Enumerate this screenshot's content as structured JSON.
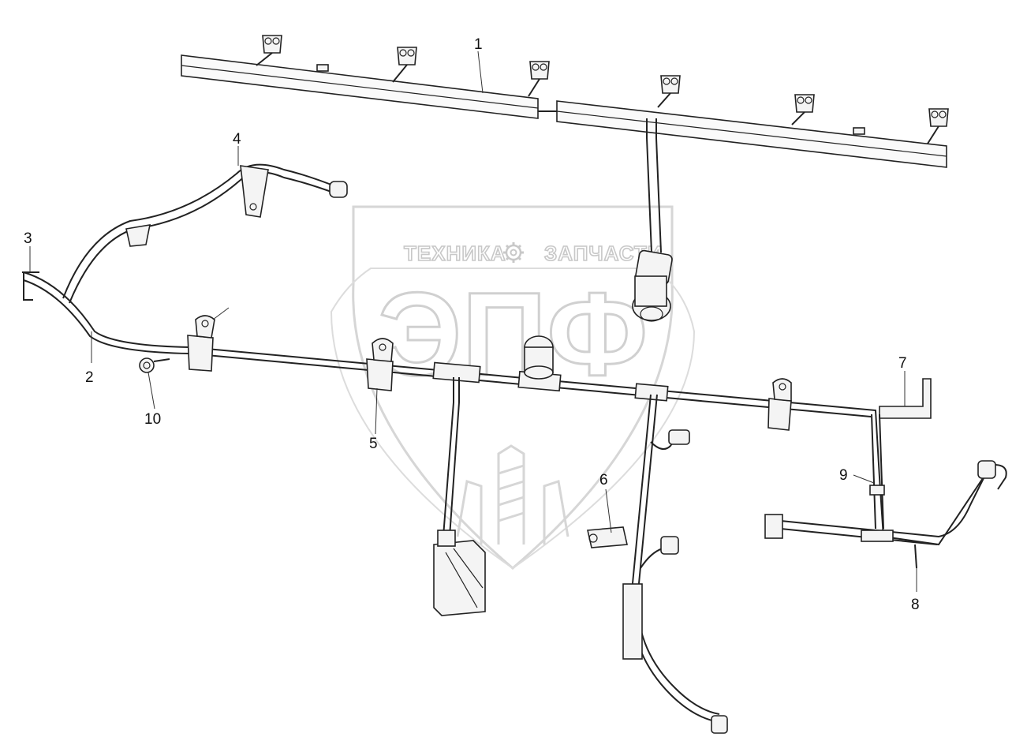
{
  "watermark": {
    "left_word": "ТЕХНИКА",
    "right_word": "ЗАПЧАСТИ",
    "logo": "ЭПФ",
    "gear_icon": "gear-icon",
    "color": "#c8c8c8"
  },
  "callouts": [
    {
      "id": "1",
      "text": "1"
    },
    {
      "id": "2",
      "text": "2"
    },
    {
      "id": "3",
      "text": "3"
    },
    {
      "id": "4",
      "text": "4"
    },
    {
      "id": "5",
      "text": "5"
    },
    {
      "id": "6",
      "text": "6"
    },
    {
      "id": "7",
      "text": "7"
    },
    {
      "id": "8",
      "text": "8"
    },
    {
      "id": "9",
      "text": "9"
    },
    {
      "id": "10",
      "text": "10"
    }
  ]
}
